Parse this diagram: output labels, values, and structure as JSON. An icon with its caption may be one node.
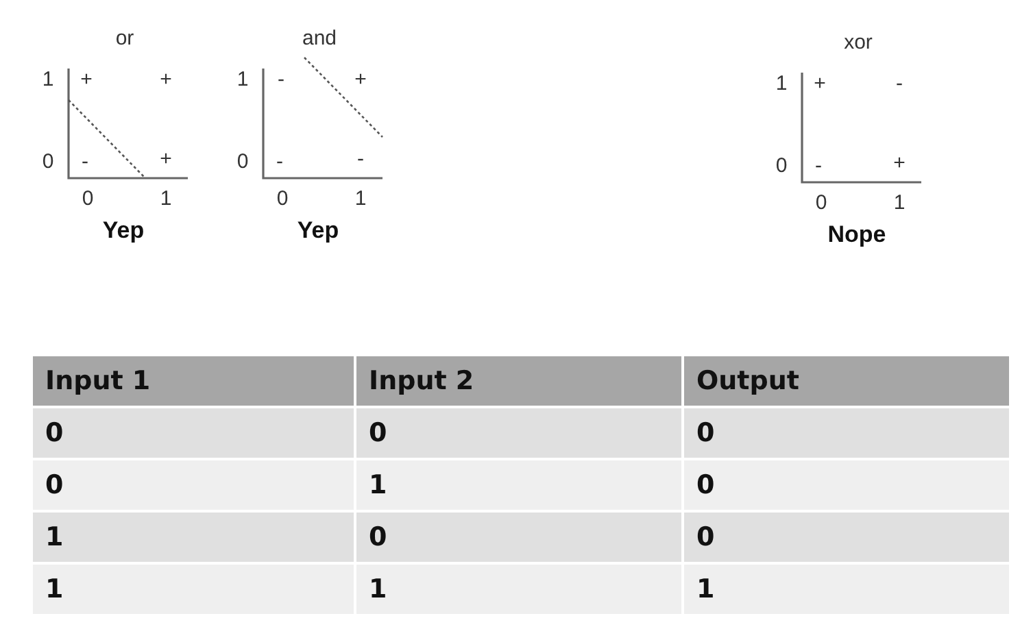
{
  "diagram": {
    "labels": [
      "or",
      "1",
      "+",
      "+",
      "0",
      "-",
      "+",
      "0",
      "1",
      "Yep",
      "and",
      "1",
      "-",
      "+",
      "0",
      "-",
      "-",
      "0",
      "1",
      "Yep",
      "xor",
      "1",
      "+",
      "-",
      "0",
      "-",
      "+",
      "0",
      "1",
      "Nope",
      "Input 1",
      "Input 2",
      "Output",
      "0",
      "0",
      "0",
      "0",
      "1",
      "0",
      "1",
      "0",
      "0",
      "1",
      "1",
      "1"
    ]
  }
}
